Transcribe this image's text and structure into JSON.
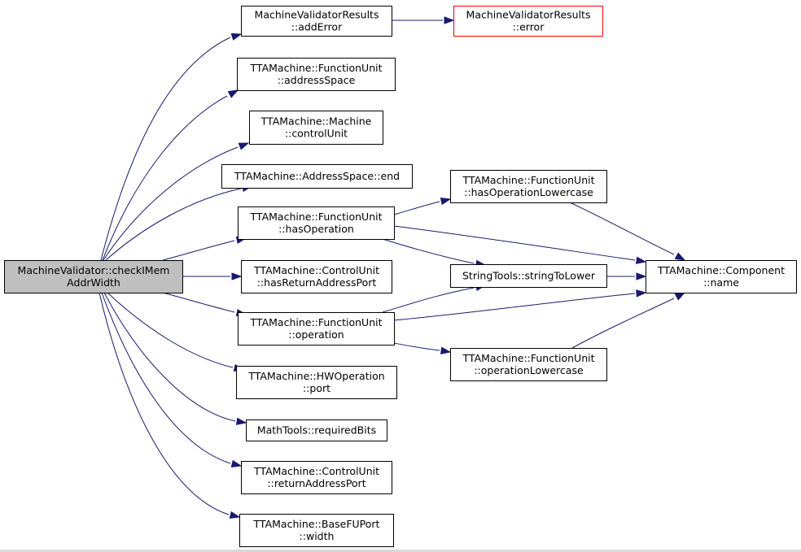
{
  "colors": {
    "edge": "#191970",
    "root_fill": "#bfbfbf",
    "external_border": "#ff0000",
    "node_border": "#000000"
  },
  "nodes": {
    "root": [
      "MachineValidator::checkIMem",
      "AddrWidth"
    ],
    "addError": [
      "MachineValidatorResults",
      "::addError"
    ],
    "error": [
      "MachineValidatorResults",
      "::error"
    ],
    "addressSpace": [
      "TTAMachine::FunctionUnit",
      "::addressSpace"
    ],
    "controlUnit": [
      "TTAMachine::Machine",
      "::controlUnit"
    ],
    "end": [
      "TTAMachine::AddressSpace::end"
    ],
    "hasOperation": [
      "TTAMachine::FunctionUnit",
      "::hasOperation"
    ],
    "hasOperationLowercase": [
      "TTAMachine::FunctionUnit",
      "::hasOperationLowercase"
    ],
    "hasReturnAddressPort": [
      "TTAMachine::ControlUnit",
      "::hasReturnAddressPort"
    ],
    "stringToLower": [
      "StringTools::stringToLower"
    ],
    "componentName": [
      "TTAMachine::Component",
      "::name"
    ],
    "operation": [
      "TTAMachine::FunctionUnit",
      "::operation"
    ],
    "operationLowercase": [
      "TTAMachine::FunctionUnit",
      "::operationLowercase"
    ],
    "port": [
      "TTAMachine::HWOperation",
      "::port"
    ],
    "requiredBits": [
      "MathTools::requiredBits"
    ],
    "returnAddressPort": [
      "TTAMachine::ControlUnit",
      "::returnAddressPort"
    ],
    "width": [
      "TTAMachine::BaseFUPort",
      "::width"
    ]
  }
}
